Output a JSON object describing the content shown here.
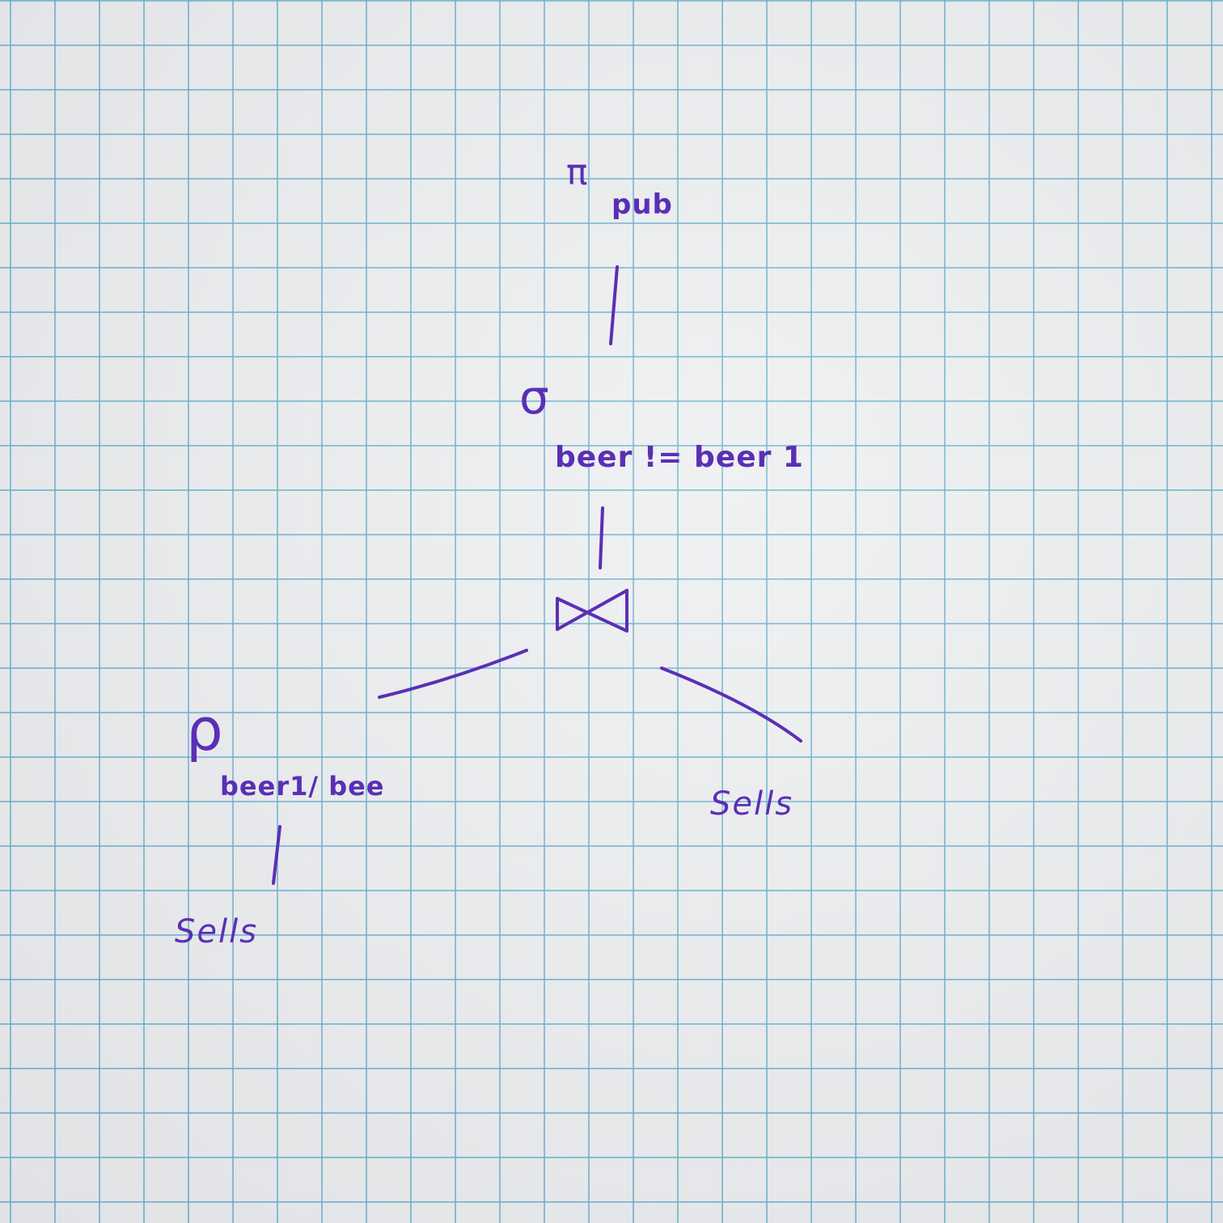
{
  "tree": {
    "projection": {
      "symbol": "π",
      "subscript": "pub"
    },
    "selection": {
      "symbol": "σ",
      "condition": "beer != beer 1"
    },
    "join": {
      "symbol": "⋈"
    },
    "rename": {
      "symbol": "ρ",
      "subscript": "beer1/ bee"
    },
    "left_leaf": "Sells",
    "right_leaf": "Sells"
  },
  "ink_color": "#5a2fb5",
  "grid_color": "#60aacd"
}
